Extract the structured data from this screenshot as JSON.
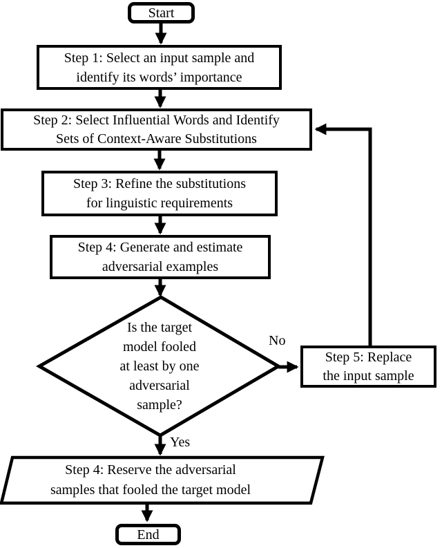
{
  "figure": {
    "type": "flowchart",
    "background_color": "#ffffff",
    "line_color": "#000000",
    "shape_fill": "#ffffff",
    "nodes": {
      "start": {
        "shape": "terminator",
        "label": "Start"
      },
      "step1": {
        "shape": "process",
        "lines": [
          "Step 1: Select an input sample and",
          "identify its words’ importance"
        ]
      },
      "step2": {
        "shape": "process",
        "lines": [
          "Step 2: Select Influential Words and Identify",
          "Sets of Context-Aware Substitutions"
        ]
      },
      "step3": {
        "shape": "process",
        "lines": [
          "Step 3: Refine the substitutions",
          "for linguistic requirements"
        ]
      },
      "step4": {
        "shape": "process",
        "lines": [
          "Step 4: Generate and estimate",
          "adversarial examples"
        ]
      },
      "decision": {
        "shape": "diamond",
        "lines": [
          "Is the target",
          "model fooled",
          "at least by one",
          "adversarial",
          "sample?"
        ]
      },
      "step5": {
        "shape": "process",
        "lines": [
          "Step 5: Replace",
          "the input sample"
        ]
      },
      "reserve": {
        "shape": "parallelogram",
        "lines": [
          "Step 4: Reserve the adversarial",
          "samples that fooled the target model"
        ]
      },
      "end": {
        "shape": "terminator",
        "label": "End"
      }
    },
    "edge_labels": {
      "yes": "Yes",
      "no": "No"
    }
  }
}
